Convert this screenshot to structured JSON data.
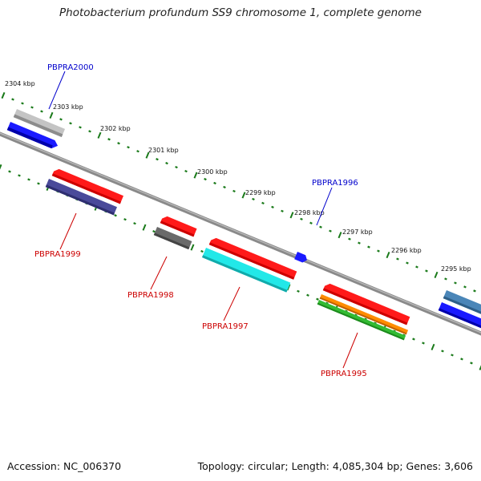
{
  "title": "Photobacterium profundum SS9 chromosome 1, complete genome",
  "footer": {
    "accession": "Accession: NC_006370",
    "summary": "Topology: circular; Length: 4,085,304 bp; Genes: 3,606"
  },
  "scale_labels": [
    "2304 kbp",
    "2303 kbp",
    "2302 kbp",
    "2301 kbp",
    "2300 kbp",
    "2299 kbp",
    "2298 kbp",
    "2297 kbp",
    "2296 kbp",
    "2295 kbp"
  ],
  "gene_labels": [
    {
      "name": "PBPRA2000",
      "color": "#0000cc"
    },
    {
      "name": "PBPRA1999",
      "color": "#cc0000"
    },
    {
      "name": "PBPRA1998",
      "color": "#cc0000"
    },
    {
      "name": "PBPRA1997",
      "color": "#cc0000"
    },
    {
      "name": "PBPRA1996",
      "color": "#0000cc"
    },
    {
      "name": "PBPRA1995",
      "color": "#cc0000"
    }
  ],
  "colors": {
    "backbone": "#808080",
    "scale_ticks": "#1a7a1a",
    "forward": "#1a1aff",
    "reverse": "#ff1a1a",
    "cog_light_gray": "#c0c0c0",
    "cog_navy": "#4a4a9a",
    "cog_dark_gray": "#6a6a6a",
    "cog_cyan": "#22e8e8",
    "cog_orange": "#ff8c00",
    "cog_green": "#33bb33",
    "cog_steel_blue": "#4a86b8"
  }
}
